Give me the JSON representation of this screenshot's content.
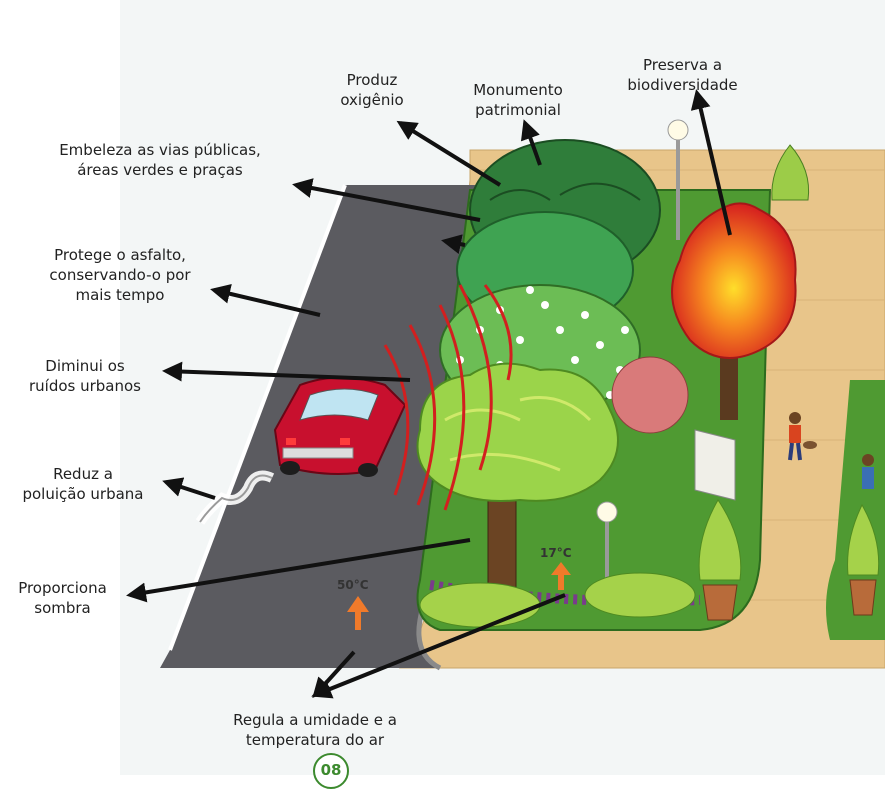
{
  "labels": {
    "oxygen": [
      "Produz",
      "oxigênio"
    ],
    "monument": [
      "Monumento",
      "patrimonial"
    ],
    "biodiversity": [
      "Preserva a",
      "biodiversidade"
    ],
    "beautify": [
      "Embeleza as vias públicas,",
      "áreas verdes e praças"
    ],
    "asphalt": [
      "Protege o asfalto,",
      "conservando-o por",
      "mais tempo"
    ],
    "noise": [
      "Diminui os",
      "ruídos urbanos"
    ],
    "pollution": [
      "Reduz a",
      "poluição urbana"
    ],
    "shade": [
      "Proporciona",
      "sombra"
    ],
    "humidity": [
      "Regula a umidade e a",
      "temperatura do ar"
    ]
  },
  "temperatures": {
    "street": "50°C",
    "park": "17°C"
  },
  "page_number": "08",
  "colors": {
    "road": "#5b5b60",
    "sidewalk": "#e8c58a",
    "grass": "#4f9a32",
    "tree_dark": "#2f7d3a",
    "tree_light": "#9bd44a",
    "car": "#c8102e",
    "arrow": "#111111",
    "heat": "#f07a2a",
    "page_badge": "#3c8a2e"
  }
}
